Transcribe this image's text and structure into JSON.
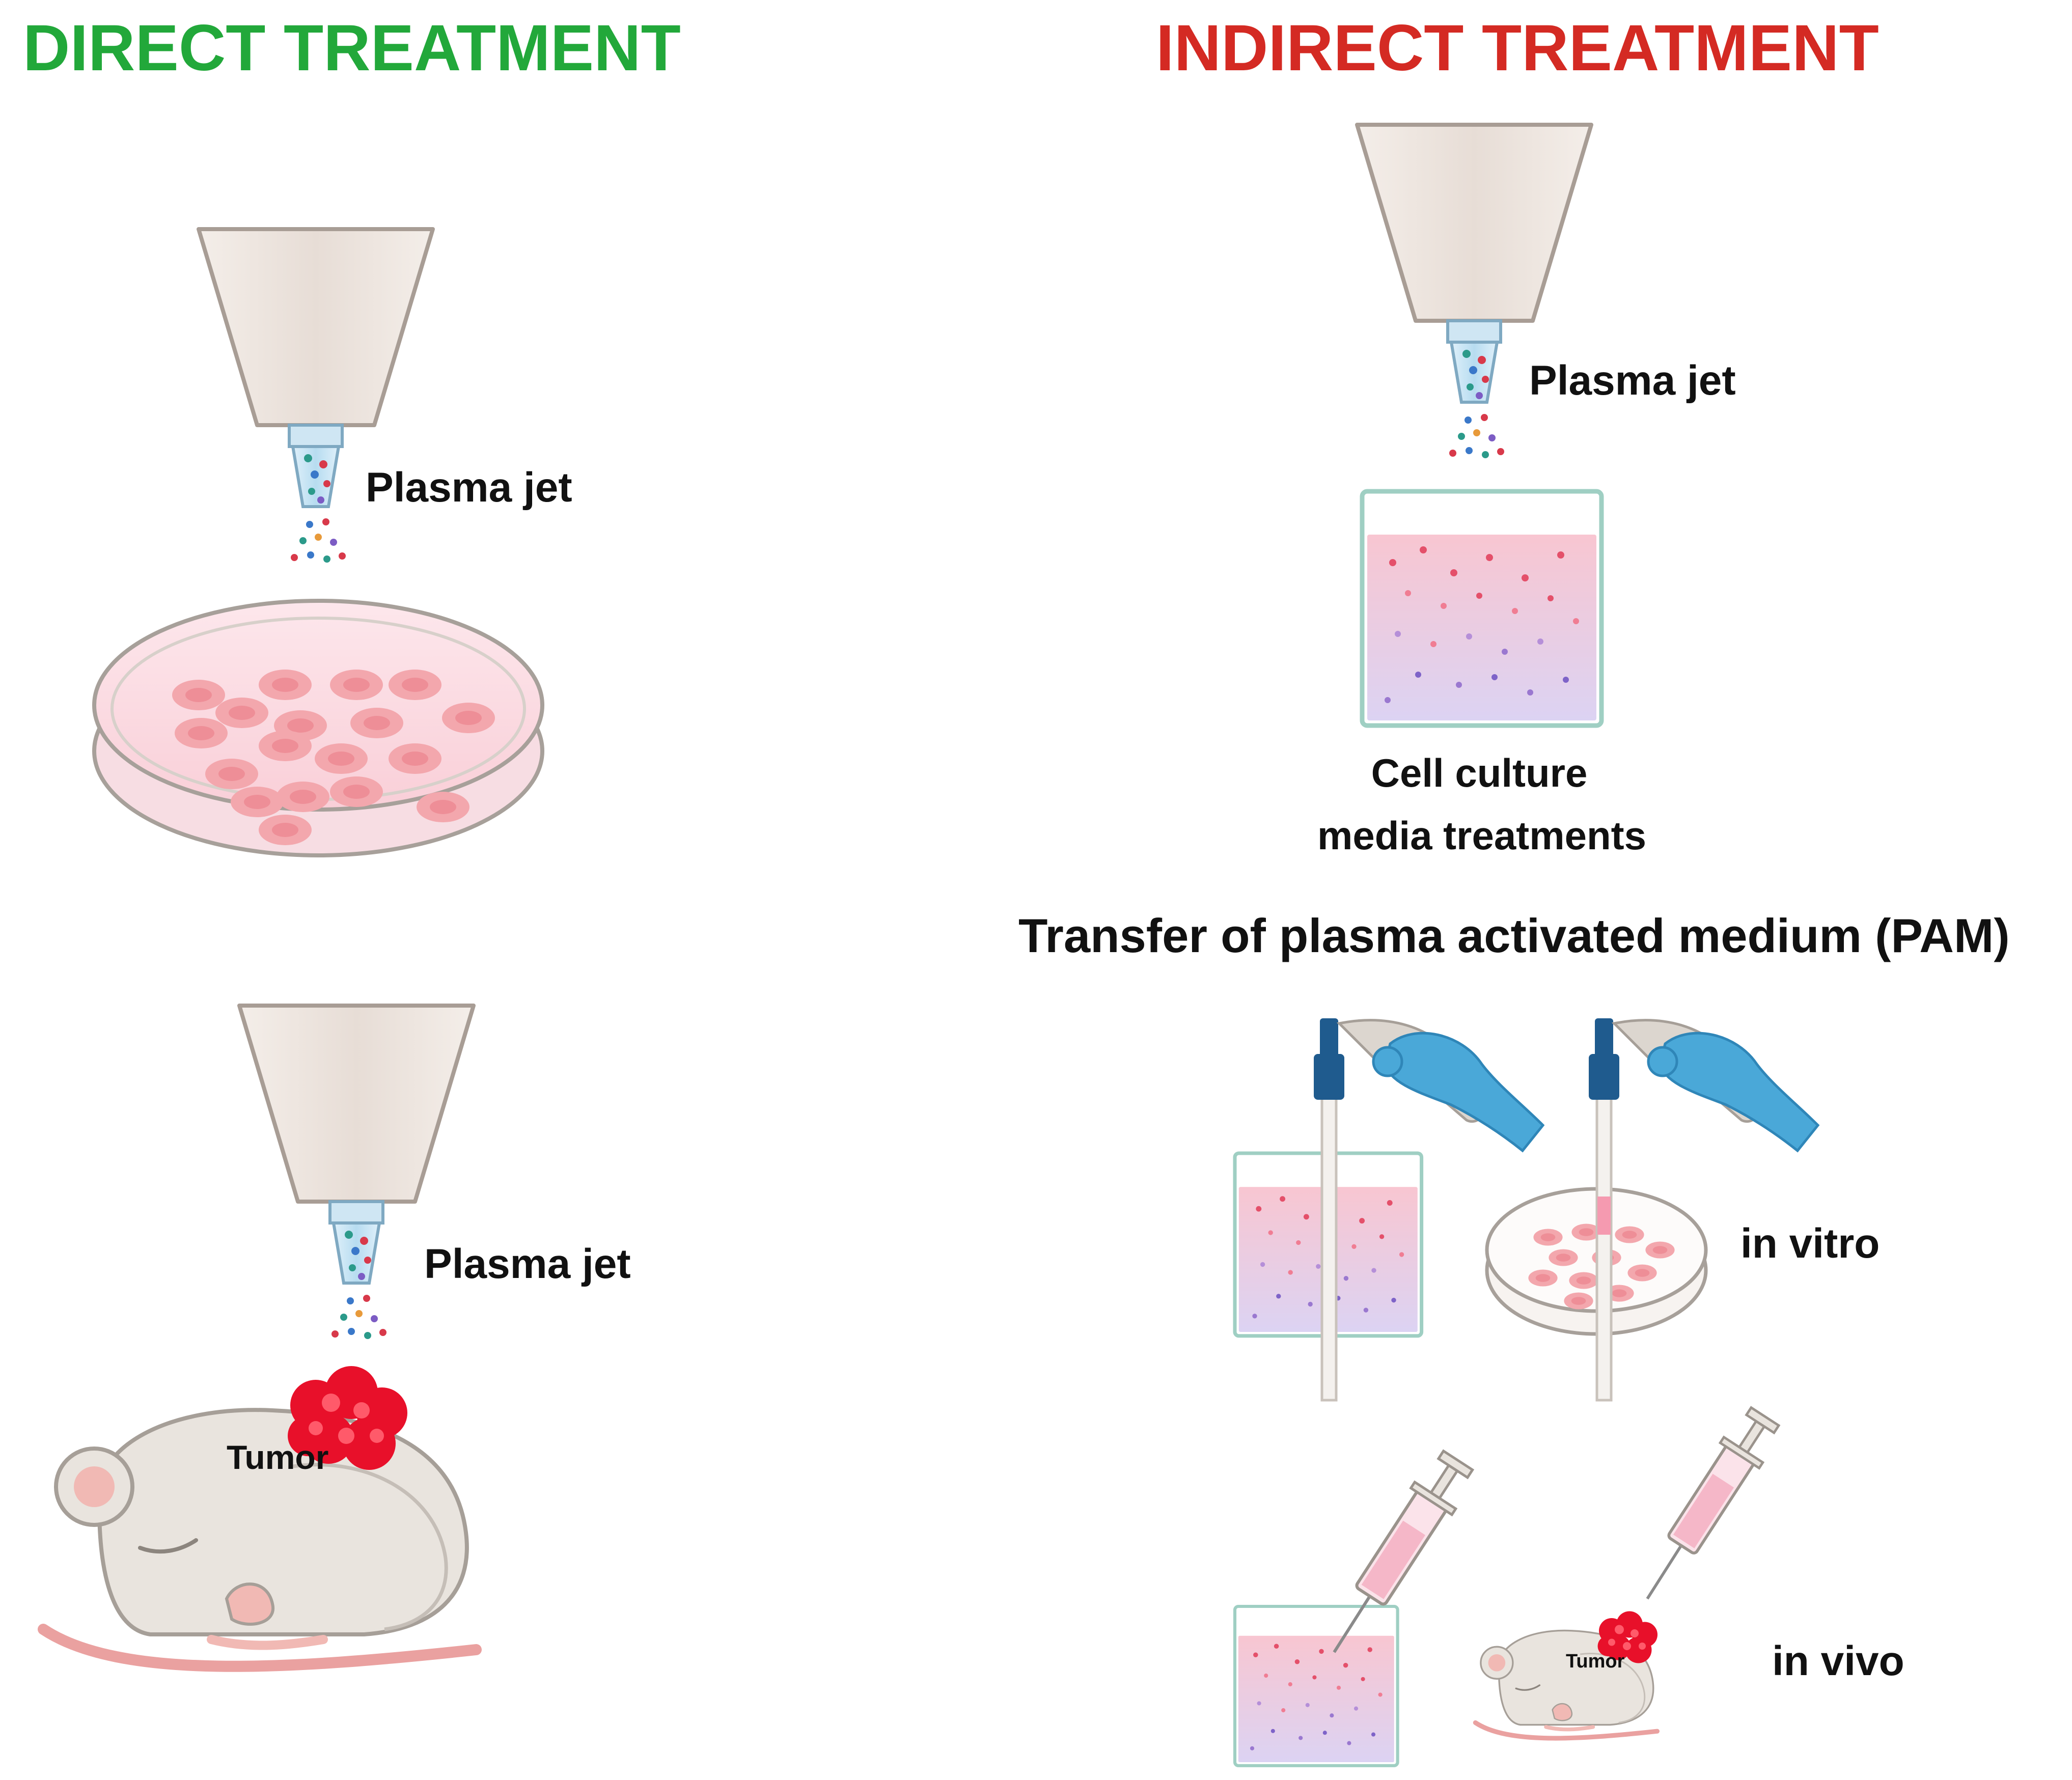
{
  "direct": {
    "title": "DIRECT TREATMENT",
    "title_color": "#22a83a",
    "jet_label_1": "Plasma jet",
    "jet_label_2": "Plasma jet",
    "tumor_label": "Tumor"
  },
  "indirect": {
    "title": "INDIRECT TREATMENT",
    "title_color": "#d42a23",
    "jet_label": "Plasma jet",
    "culture_label_line1": "Cell culture",
    "culture_label_line2": "media treatments",
    "transfer_heading": "Transfer of plasma activated medium (PAM)",
    "in_vitro_label": "in vitro",
    "in_vivo_label": "in vivo",
    "tumor_label_small": "Tumor"
  },
  "colors": {
    "nozzle": "#eae2dc",
    "nozzle_stroke": "#a89d95",
    "medium_top": "#f9c7d2",
    "medium_bottom": "#d9d2f2",
    "cells": "#f3a6ac",
    "tumor": "#e8102a",
    "mouse": "#e9e4de",
    "glove": "#4aa8d8",
    "pipette": "#1f5b8e"
  }
}
